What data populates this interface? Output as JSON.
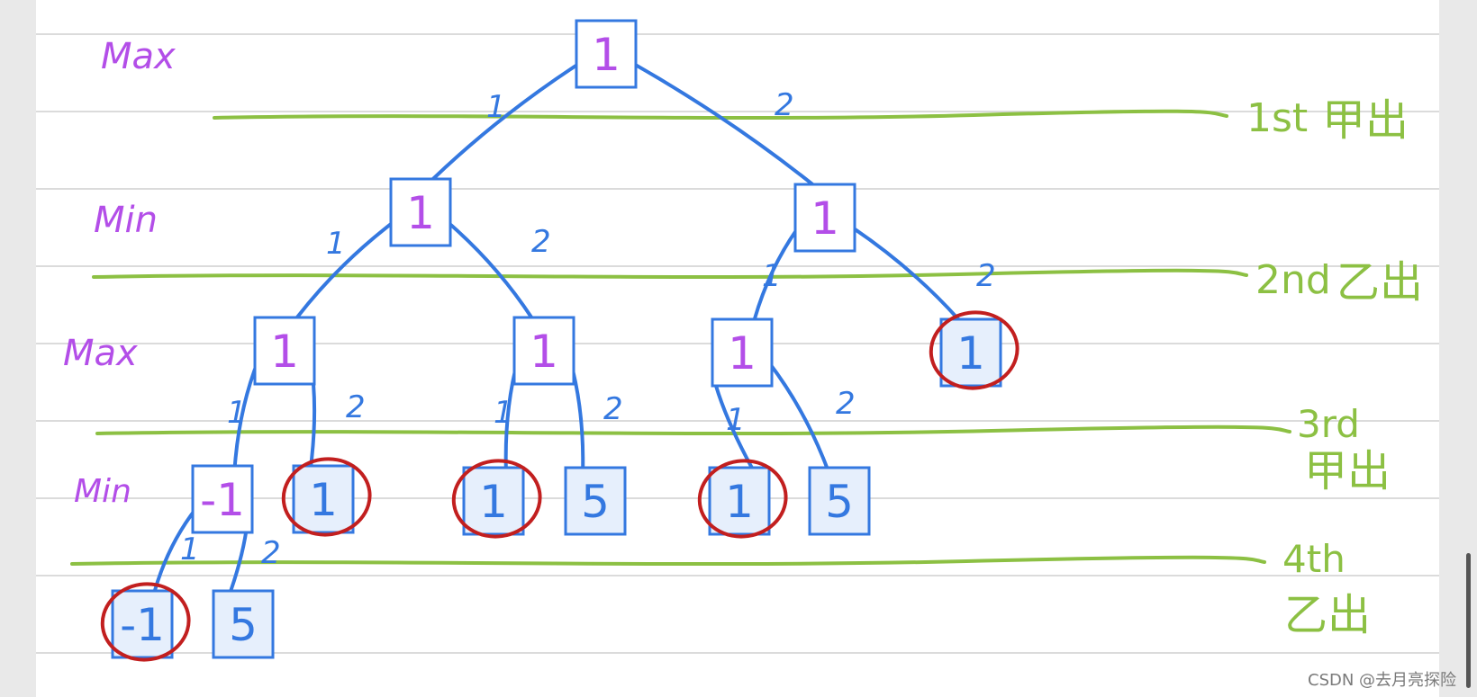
{
  "colors": {
    "page": "#ffffff",
    "outer": "#e9e9e9",
    "ruled_line": "#cfcfcf",
    "level_label": "#b34ee8",
    "divider": "#8cc043",
    "tree": "#3478e0",
    "node_fill_plain": "#ffffff",
    "node_fill_leaf": "#e6effc",
    "circle": "#c21f1f",
    "node_value_purple": "#b34ee8",
    "node_value_blue": "#3478e0",
    "watermark": "#7a7a7a"
  },
  "level_labels": [
    "Max",
    "Min",
    "Max",
    "Min"
  ],
  "turn_labels": [
    {
      "lines": [
        "1st",
        "甲出"
      ]
    },
    {
      "lines": [
        "2nd",
        "乙出"
      ]
    },
    {
      "lines": [
        "3rd",
        "甲出"
      ]
    },
    {
      "lines": [
        "4th",
        "乙出"
      ]
    }
  ],
  "nodes": [
    {
      "id": "root",
      "value": "1",
      "fill": "plain",
      "text_color": "purple",
      "circled": false
    },
    {
      "id": "L",
      "value": "1",
      "fill": "plain",
      "text_color": "purple",
      "circled": false
    },
    {
      "id": "R",
      "value": "1",
      "fill": "plain",
      "text_color": "purple",
      "circled": false
    },
    {
      "id": "LL",
      "value": "1",
      "fill": "plain",
      "text_color": "purple",
      "circled": false
    },
    {
      "id": "LR",
      "value": "1",
      "fill": "plain",
      "text_color": "purple",
      "circled": false
    },
    {
      "id": "RL",
      "value": "1",
      "fill": "plain",
      "text_color": "purple",
      "circled": false
    },
    {
      "id": "RR",
      "value": "1",
      "fill": "leaf",
      "text_color": "blue",
      "circled": true
    },
    {
      "id": "LLL",
      "value": "-1",
      "fill": "plain",
      "text_color": "purple",
      "circled": false
    },
    {
      "id": "LLR",
      "value": "1",
      "fill": "leaf",
      "text_color": "blue",
      "circled": true
    },
    {
      "id": "LRL",
      "value": "1",
      "fill": "leaf",
      "text_color": "blue",
      "circled": true
    },
    {
      "id": "LRR",
      "value": "5",
      "fill": "leaf",
      "text_color": "blue",
      "circled": false
    },
    {
      "id": "RLL",
      "value": "1",
      "fill": "leaf",
      "text_color": "blue",
      "circled": true
    },
    {
      "id": "RLR",
      "value": "5",
      "fill": "leaf",
      "text_color": "blue",
      "circled": false
    },
    {
      "id": "LLLL",
      "value": "-1",
      "fill": "leaf",
      "text_color": "blue",
      "circled": true
    },
    {
      "id": "LLLR",
      "value": "5",
      "fill": "leaf",
      "text_color": "blue",
      "circled": false
    }
  ],
  "edges": [
    {
      "from": "root",
      "to": "L",
      "label": "1"
    },
    {
      "from": "root",
      "to": "R",
      "label": "2"
    },
    {
      "from": "L",
      "to": "LL",
      "label": "1"
    },
    {
      "from": "L",
      "to": "LR",
      "label": "2"
    },
    {
      "from": "R",
      "to": "RL",
      "label": "1"
    },
    {
      "from": "R",
      "to": "RR",
      "label": "2"
    },
    {
      "from": "LL",
      "to": "LLL",
      "label": "1"
    },
    {
      "from": "LL",
      "to": "LLR",
      "label": "2"
    },
    {
      "from": "LR",
      "to": "LRL",
      "label": "1"
    },
    {
      "from": "LR",
      "to": "LRR",
      "label": "2"
    },
    {
      "from": "RL",
      "to": "RLL",
      "label": "1"
    },
    {
      "from": "RL",
      "to": "RLR",
      "label": "2"
    },
    {
      "from": "LLL",
      "to": "LLLL",
      "label": "1"
    },
    {
      "from": "LLL",
      "to": "LLLR",
      "label": "2"
    }
  ],
  "watermark": "CSDN @去月亮探险"
}
